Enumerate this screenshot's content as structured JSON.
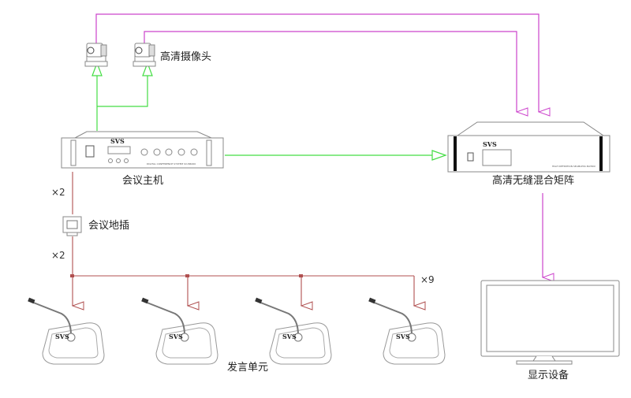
{
  "labels": {
    "camera": "高清摄像头",
    "host": "会议主机",
    "matrix": "高清无缝混合矩阵",
    "floor_socket": "会议地插",
    "speaker_unit": "发言单元",
    "display": "显示设备",
    "mult_host_socket": "×2",
    "mult_socket_units": "×2",
    "mult_units": "×9"
  },
  "device_text": {
    "brand": "SVS",
    "host_model": "DIGITAL CONFERENCE SYSTEM SV-M6000",
    "matrix_model": "HIGH DEFINITION SEAMLESS MATRIX"
  },
  "colors": {
    "video": "#cc44cc",
    "control": "#44dd44",
    "audio": "#b05050"
  }
}
